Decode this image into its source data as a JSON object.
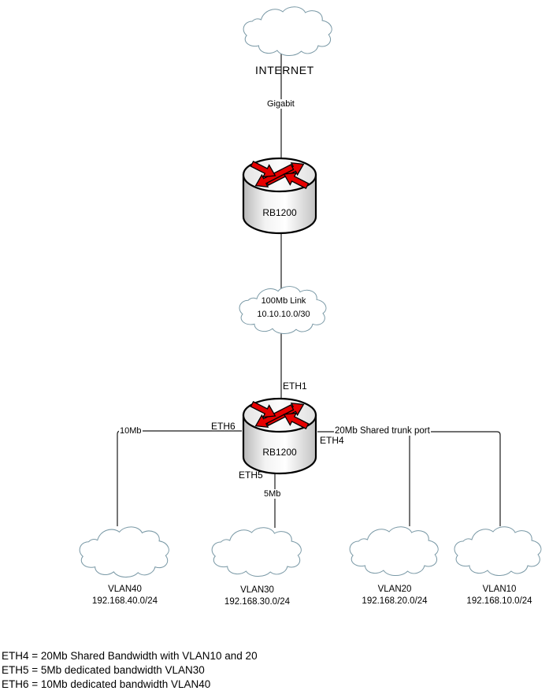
{
  "diagram": {
    "internet": {
      "label": "INTERNET"
    },
    "links": {
      "gigabit": "Gigabit",
      "eth1": "ETH1",
      "eth4": "ETH4",
      "eth5": "ETH5",
      "eth6": "ETH6",
      "speed_10mb": "10Mb",
      "speed_5mb": "5Mb",
      "trunk": "20Mb Shared trunk port"
    },
    "routers": {
      "core": {
        "label": "RB1200"
      },
      "edge": {
        "label": "RB1200"
      }
    },
    "wan_cloud": {
      "line1": "100Mb Link",
      "line2": "10.10.10.0/30"
    },
    "vlans": [
      {
        "name": "VLAN40",
        "subnet": "192.168.40.0/24"
      },
      {
        "name": "VLAN30",
        "subnet": "192.168.30.0/24"
      },
      {
        "name": "VLAN20",
        "subnet": "192.168.20.0/24"
      },
      {
        "name": "VLAN10",
        "subnet": "192.168.10.0/24"
      }
    ],
    "legend": [
      "ETH4 = 20Mb Shared Bandwidth with VLAN10 and 20",
      "ETH5 = 5Mb dedicated bandwidth VLAN30",
      "ETH6 = 10Mb dedicated bandwidth VLAN40"
    ],
    "colors": {
      "arrow_red": "#e60000",
      "cloud_stroke": "#7a99a6",
      "connector": "#1a1a1a"
    }
  }
}
